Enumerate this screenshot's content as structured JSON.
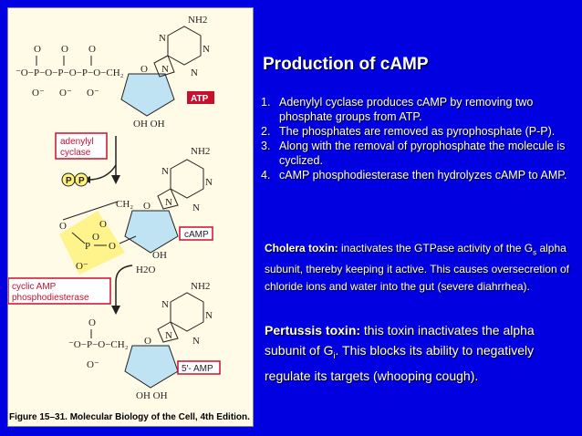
{
  "slide": {
    "title": "Production of cAMP",
    "steps": [
      {
        "num": "1.",
        "text": "Adenylyl cyclase produces cAMP by removing two phosphate groups from ATP."
      },
      {
        "num": "2.",
        "text": "The phosphates are removed as pyrophosphate (P-P)."
      },
      {
        "num": "3.",
        "text": "Along with the removal of pyrophosphate the molecule is cyclized."
      },
      {
        "num": "4.",
        "text": "cAMP phosphodiesterase then hydrolyzes cAMP to AMP."
      }
    ],
    "cholera": {
      "head": "Cholera toxin:",
      "text_a": " inactivates the GTPase activity of the G",
      "sub": "s",
      "text_b": " alpha subunit, thereby keeping it active.  This causes oversecretion of chloride ions and water into the gut (severe diahrrhea)."
    },
    "pertussis": {
      "head": "Pertussis toxin:",
      "text_a": " this toxin inactivates the alpha subunit of G",
      "sub": "i",
      "text_b": ".  This blocks its ability to negatively regulate its targets (whooping cough)."
    }
  },
  "figure": {
    "atp_label": "ATP",
    "camp_label": "cAMP",
    "amp_label": "5′- AMP",
    "adenylyl": "adenylyl",
    "cyclase": "cyclase",
    "cyclic_amp": "cyclic AMP",
    "phosphodiesterase": "phosphodiesterase",
    "pp_left": "P",
    "pp_right": "P",
    "water": "H2O",
    "nh2": "NH2",
    "oh_oh": "OH OH",
    "oh": "OH",
    "caption": "Figure 15–31. Molecular Biology of the Cell, 4th Edition."
  },
  "colors": {
    "background": "#0000e0",
    "figure_bg": "#fffbe6",
    "ribose_fill": "#bfe3f2",
    "phosphate_fill": "#fff27a",
    "label_red": "#c8102e"
  }
}
